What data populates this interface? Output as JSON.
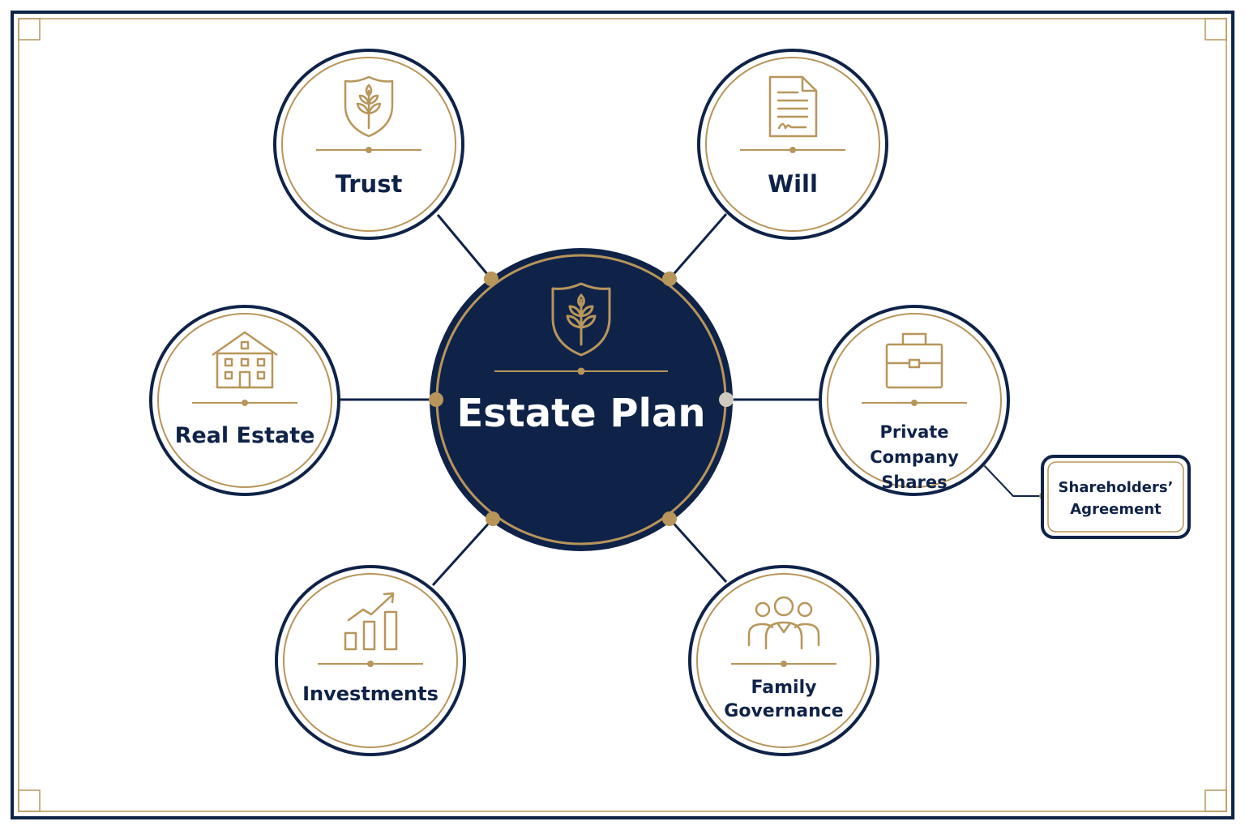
{
  "colors": {
    "navy": "#0f2349",
    "gold": "#b8955a",
    "background": "#ffffff",
    "connector_light": "#cfcac0"
  },
  "center": {
    "title": "Estate Plan",
    "icon": "shield-tree-icon"
  },
  "nodes": {
    "trust": {
      "label": "Trust",
      "icon": "shield-tree-icon"
    },
    "will": {
      "label": "Will",
      "icon": "signed-document-icon"
    },
    "real_estate": {
      "label": "Real Estate",
      "icon": "house-icon"
    },
    "private_company_shares": {
      "label": "Private Company Shares",
      "icon": "briefcase-icon"
    },
    "investments": {
      "label": "Investments",
      "icon": "growth-bar-chart-icon"
    },
    "family_governance": {
      "label": "Family Governance",
      "icon": "family-group-icon"
    }
  },
  "sub_node": {
    "label": "Shareholders’ Agreement",
    "parent": "Private Company Shares"
  }
}
